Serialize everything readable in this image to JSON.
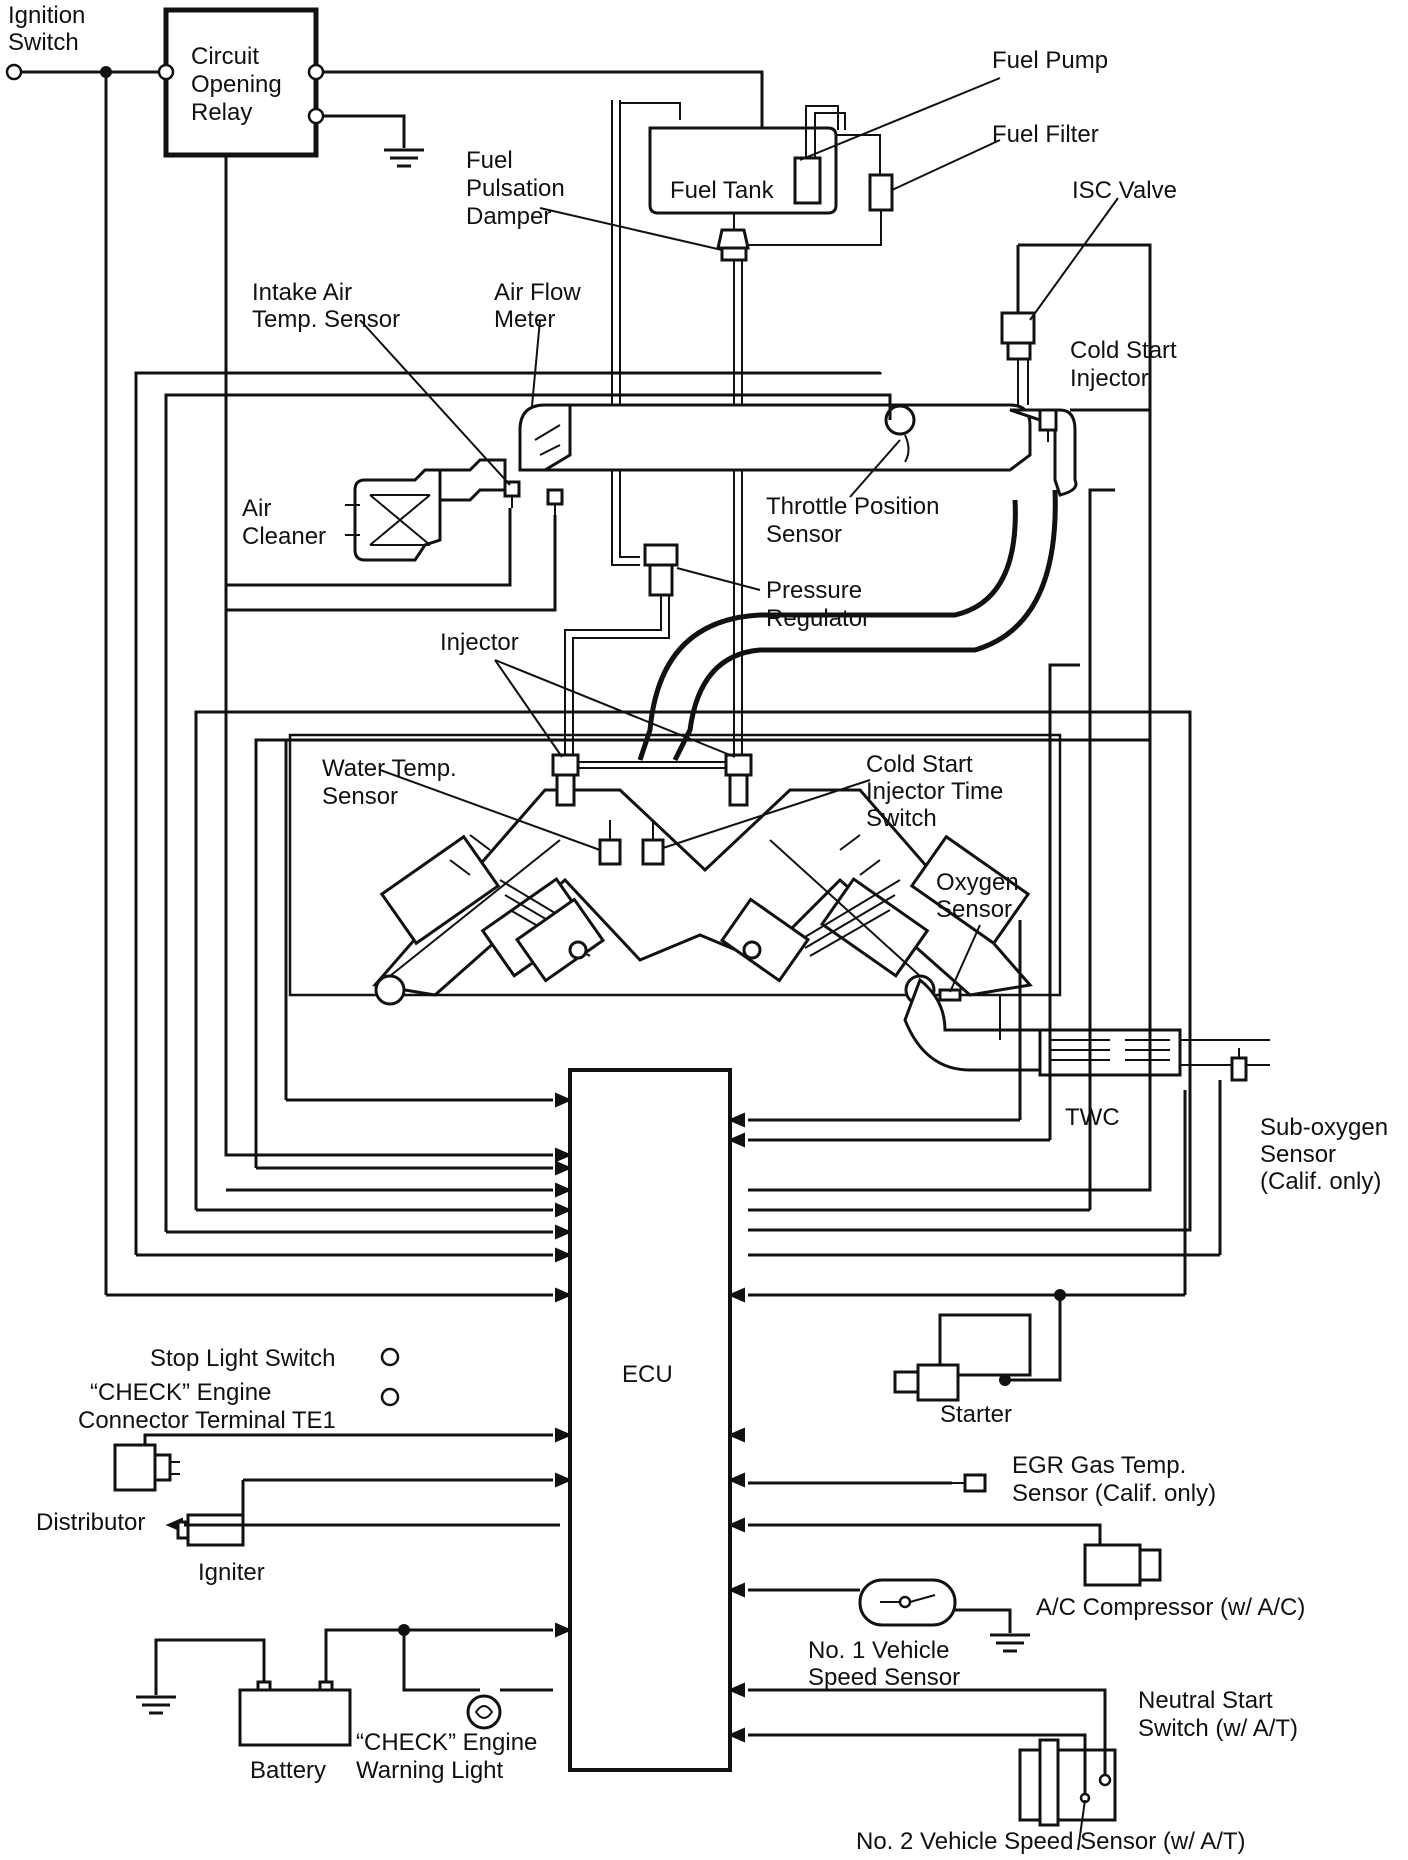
{
  "labels": {
    "ignition_switch": [
      "Ignition",
      "Switch"
    ],
    "circuit_opening_relay": [
      "Circuit",
      "Opening",
      "Relay"
    ],
    "fuel_pump": "Fuel Pump",
    "fuel_filter": "Fuel Filter",
    "fuel_tank": "Fuel Tank",
    "fuel_pulsation_damper": [
      "Fuel",
      "Pulsation",
      "Damper"
    ],
    "isc_valve": "ISC Valve",
    "intake_air_temp_sensor": [
      "Intake Air",
      "Temp. Sensor"
    ],
    "air_flow_meter": [
      "Air Flow",
      "Meter"
    ],
    "cold_start_injector": [
      "Cold Start",
      "Injector"
    ],
    "air_cleaner": [
      "Air",
      "Cleaner"
    ],
    "throttle_position_sensor": [
      "Throttle Position",
      "Sensor"
    ],
    "pressure_regulator": [
      "Pressure",
      "Regulator"
    ],
    "injector": "Injector",
    "water_temp_sensor": [
      "Water Temp.",
      "Sensor"
    ],
    "cold_start_injector_time_switch": [
      "Cold Start",
      "Injector Time",
      "Switch"
    ],
    "oxygen_sensor": [
      "Oxygen",
      "Sensor"
    ],
    "twc": "TWC",
    "sub_oxygen_sensor": [
      "Sub-oxygen",
      "Sensor",
      "(Calif. only)"
    ],
    "ecu": "ECU",
    "stop_light_switch": "Stop Light Switch",
    "check_engine_connector": [
      "“CHECK” Engine",
      "Connector Terminal TE1"
    ],
    "distributor": "Distributor",
    "igniter": "Igniter",
    "battery": "Battery",
    "check_engine_warning_light": [
      "“CHECK” Engine",
      "Warning Light"
    ],
    "starter": "Starter",
    "egr_gas_temp_sensor": [
      "EGR Gas Temp.",
      "Sensor (Calif. only)"
    ],
    "ac_compressor": "A/C Compressor (w/ A/C)",
    "no1_vehicle_speed_sensor": [
      "No. 1 Vehicle",
      "Speed Sensor"
    ],
    "neutral_start_switch": [
      "Neutral Start",
      "Switch (w/ A/T)"
    ],
    "no2_vehicle_speed_sensor": "No. 2 Vehicle Speed Sensor (w/ A/T)"
  }
}
